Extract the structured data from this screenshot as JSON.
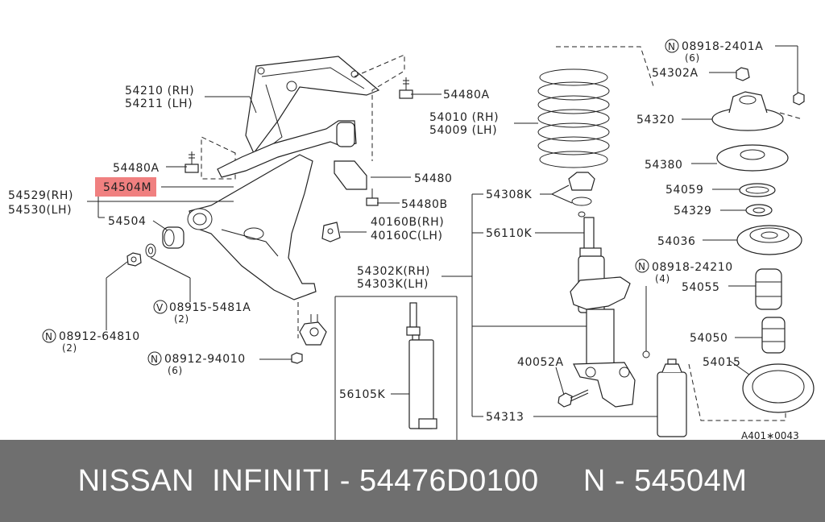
{
  "highlight_color": "#f08080",
  "footer": {
    "text": "NISSAN  INFINITI - 54476D0100     N - 54504M",
    "background": "#6f6f6f"
  },
  "callouts": {
    "c54210": "54210 (RH)",
    "c54211": "54211 (LH)",
    "c54480a_top": "54480A",
    "c54480a_left": "54480A",
    "c54504m": "54504M",
    "c54529": "54529(RH)",
    "c54530": "54530(LH)",
    "c54504": "54504",
    "c54480": "54480",
    "c54480b": "54480B",
    "c40160b": "40160B(RH)",
    "c40160c": "40160C(LH)",
    "c08915": "08915-5481A",
    "c08915_qty": "(2)",
    "c08912a": "08912-64810",
    "c08912a_qty": "(2)",
    "c08912b": "08912-94010",
    "c08912b_qty": "(6)",
    "c54010": "54010 (RH)",
    "c54009": "54009 (LH)",
    "c54308k": "54308K",
    "c56110k": "56110K",
    "c54302k": "54302K(RH)",
    "c54303k": "54303K(LH)",
    "c56105k": "56105K",
    "c40052a": "40052A",
    "c54313": "54313",
    "c08918a": "08918-2401A",
    "c08918a_qty": "(6)",
    "c54302a": "54302A",
    "c54320": "54320",
    "c54380": "54380",
    "c54059": "54059",
    "c54329": "54329",
    "c54036": "54036",
    "c08918b": "08918-24210",
    "c08918b_qty": "(4)",
    "c54055": "54055",
    "c54050": "54050",
    "c54015": "54015",
    "symbol_n": "N",
    "symbol_v": "V",
    "ref_code": "A401∗0043"
  }
}
